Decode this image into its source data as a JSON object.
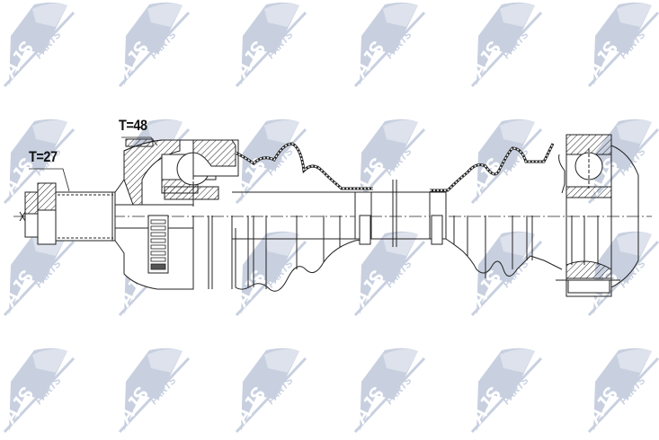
{
  "diagram": {
    "subject": "CV drive shaft technical drawing",
    "labels": [
      {
        "id": "t48",
        "text": "T=48"
      },
      {
        "id": "t27",
        "text": "T=27"
      }
    ]
  },
  "watermark": {
    "text_main": "AJS",
    "text_sub": "PARTS",
    "color": "#c8d0e0",
    "grid": {
      "columns_x": [
        0,
        128,
        258,
        390,
        520,
        650
      ],
      "rows_y": [
        0,
        130,
        255,
        385
      ]
    }
  },
  "colors": {
    "line": "#222222",
    "background": "#ffffff",
    "watermark": "#c8d0e0"
  }
}
